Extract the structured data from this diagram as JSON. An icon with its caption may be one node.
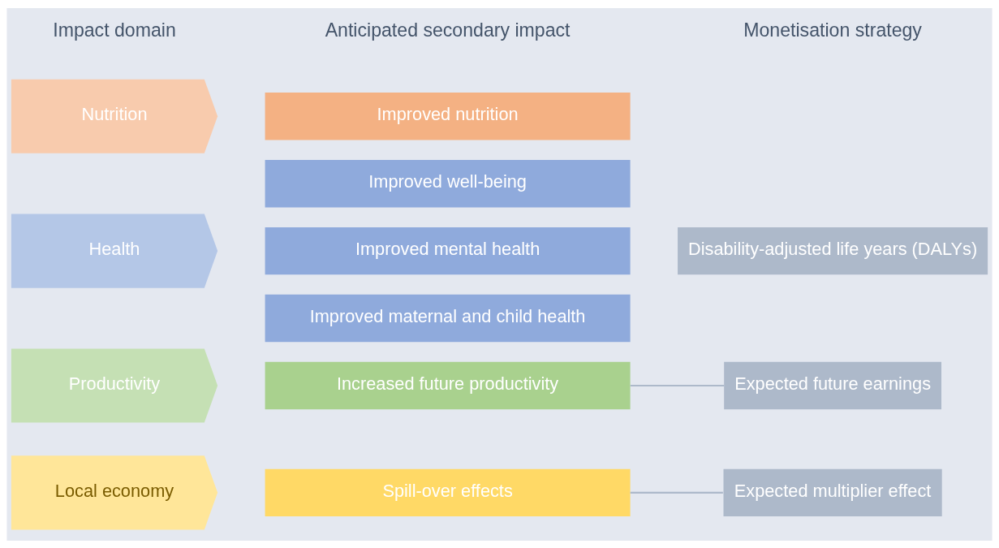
{
  "diagram": {
    "nodes": [
      {
        "text": [
          "Health"
        ]
      },
      {
        "text": [
          "Nutrition"
        ]
      },
      {
        "text": [
          "Productivity"
        ]
      },
      {
        "text": [
          "Local economy"
        ]
      },
      {
        "text": [
          "Improved maternal and child health"
        ]
      },
      {
        "text": [
          "Improved mental health"
        ]
      },
      {
        "text": [
          "Improved well-being"
        ]
      },
      {
        "text": [
          "Improved nutrition"
        ]
      },
      {
        "text": [
          "Increased future productivity"
        ]
      },
      {
        "text": [
          "Spill-over effects"
        ]
      },
      {
        "text": [
          "Disability-adjusted life years (DALYs)"
        ]
      },
      {
        "text": [
          "Expected future earnings"
        ]
      },
      {
        "text": [
          "Expected multiplier effect"
        ]
      }
    ],
    "edges": [
      {
        "from": 8,
        "to": 11,
        "arrow": "none"
      },
      {
        "from": 9,
        "to": 12,
        "arrow": "none"
      }
    ],
    "labels": [
      "Impact domain",
      "Anticipated secondary impact",
      "Monetisation strategy"
    ]
  }
}
